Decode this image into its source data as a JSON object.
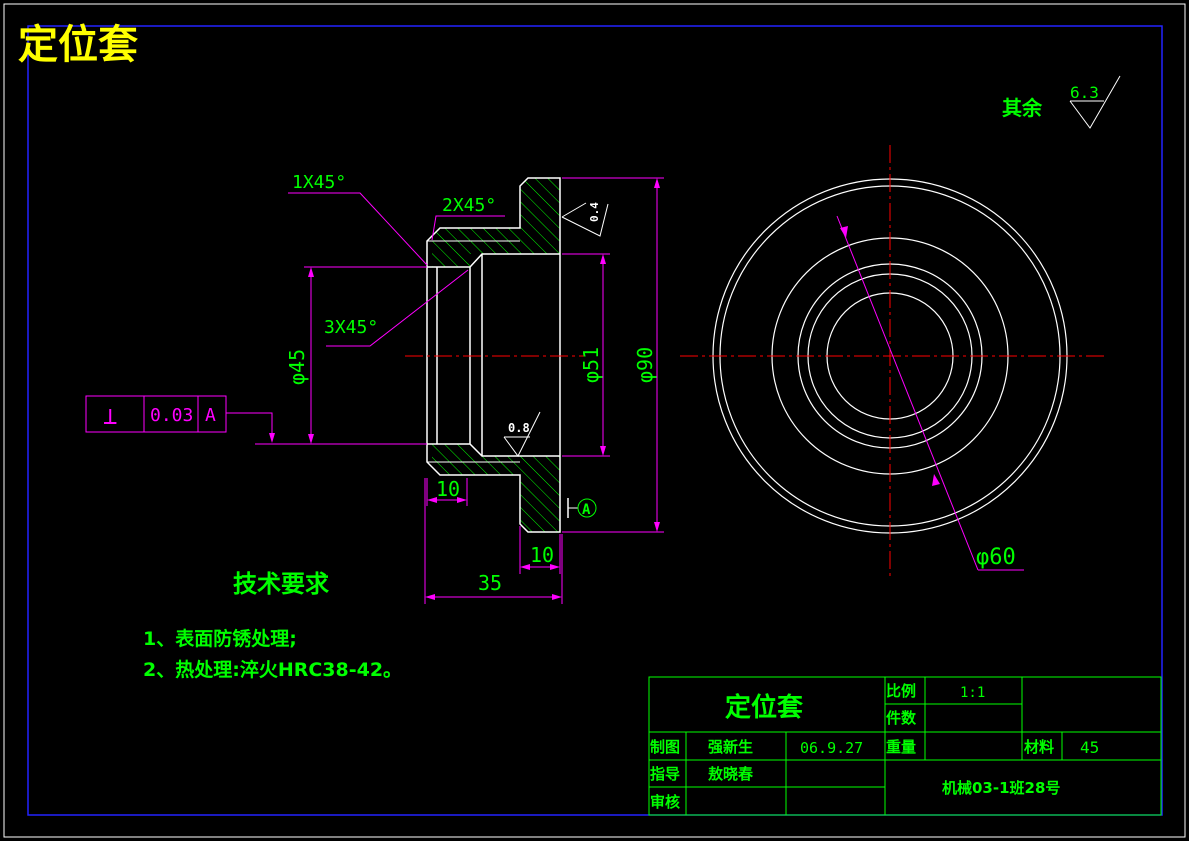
{
  "title": "定位套",
  "roughness_note": {
    "label": "其余",
    "value": "6.3"
  },
  "dimensions": {
    "chamfer_1": "1X45°",
    "chamfer_2": "2X45°",
    "chamfer_3": "3X45°",
    "dia_45": "φ45",
    "dia_51": "φ51",
    "dia_90": "φ90",
    "dia_60": "φ60",
    "len_10_left": "10",
    "len_10_right": "10",
    "len_35": "35",
    "rough_04": "0.4",
    "rough_08": "0.8",
    "datum_a": "A"
  },
  "tolerance_frame": {
    "symbol": "⊥",
    "value": "0.03",
    "datum": "A"
  },
  "tech_requirements": {
    "heading": "技术要求",
    "items": [
      "1、表面防锈处理;",
      "2、热处理:淬火HRC38-42。"
    ]
  },
  "title_block": {
    "part_name": "定位套",
    "scale_label": "比例",
    "scale_value": "1:1",
    "quantity_label": "件数",
    "weight_label": "重量",
    "material_label": "材料",
    "material_value": "45",
    "drawn_label": "制图",
    "drawn_name": "强新生",
    "drawn_date": "06.9.27",
    "guide_label": "指导",
    "guide_name": "敖晓春",
    "review_label": "审核",
    "class_info": "机械03-1班28号"
  },
  "colors": {
    "background": "#000000",
    "border": "#2323ff",
    "outline": "#ffffff",
    "dimension": "#ff00ff",
    "text": "#00ff00",
    "title": "#ffff00",
    "centerline": "#ff0000",
    "hatch": "#00ff00",
    "titleblock": "#00ff00"
  }
}
